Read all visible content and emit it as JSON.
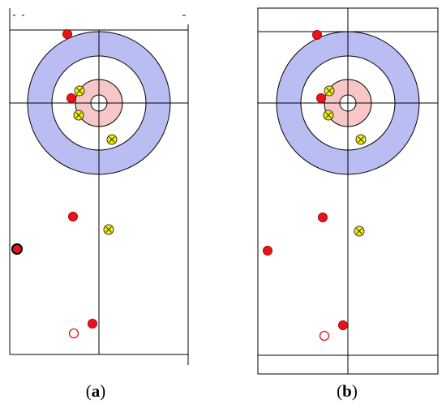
{
  "colors": {
    "outer_ring": "#b9bdf2",
    "inner_ring": "#f7c6c6",
    "red_stone": "#e8141b",
    "yellow_stone": "#f2f200",
    "line": "#000000"
  },
  "panels": [
    {
      "id": "a",
      "caption": {
        "open": "(",
        "label": "a",
        "close": ")"
      },
      "stones": [
        {
          "color": "red",
          "name": "red-stone"
        },
        {
          "color": "red",
          "name": "red-stone"
        },
        {
          "color": "yellow",
          "name": "yellow-stone"
        },
        {
          "color": "yellow",
          "name": "yellow-stone"
        },
        {
          "color": "yellow",
          "name": "yellow-stone"
        },
        {
          "color": "red",
          "name": "red-stone"
        },
        {
          "color": "yellow",
          "name": "yellow-stone"
        },
        {
          "color": "red",
          "name": "red-stone",
          "heavy": true
        },
        {
          "color": "red",
          "name": "red-stone"
        },
        {
          "color": "hollow",
          "name": "hollow-red-stone"
        }
      ]
    },
    {
      "id": "b",
      "caption": {
        "open": "(",
        "label": "b",
        "close": ")"
      },
      "stones": [
        {
          "color": "red",
          "name": "red-stone"
        },
        {
          "color": "red",
          "name": "red-stone"
        },
        {
          "color": "yellow",
          "name": "yellow-stone"
        },
        {
          "color": "yellow",
          "name": "yellow-stone"
        },
        {
          "color": "yellow",
          "name": "yellow-stone"
        },
        {
          "color": "red",
          "name": "red-stone"
        },
        {
          "color": "yellow",
          "name": "yellow-stone"
        },
        {
          "color": "red",
          "name": "red-stone"
        },
        {
          "color": "red",
          "name": "red-stone"
        },
        {
          "color": "hollow",
          "name": "hollow-red-stone"
        }
      ]
    }
  ]
}
